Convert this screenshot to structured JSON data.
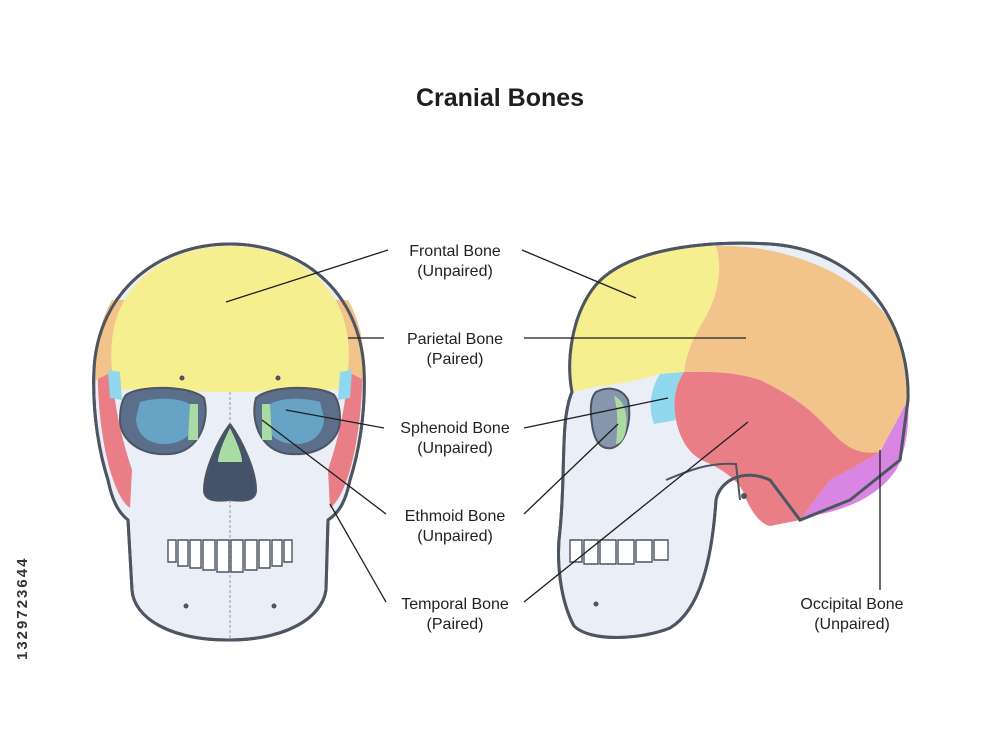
{
  "title": "Cranial Bones",
  "stock_id": "1329723644",
  "labels": [
    {
      "id": "frontal",
      "name": "Frontal Bone",
      "type": "(Unpaired)"
    },
    {
      "id": "parietal",
      "name": "Parietal Bone",
      "type": "(Paired)"
    },
    {
      "id": "sphenoid",
      "name": "Sphenoid Bone",
      "type": "(Unpaired)"
    },
    {
      "id": "ethmoid",
      "name": "Ethmoid Bone",
      "type": "(Unpaired)"
    },
    {
      "id": "temporal",
      "name": "Temporal Bone",
      "type": "(Paired)"
    },
    {
      "id": "occipital",
      "name": "Occipital Bone",
      "type": "(Unpaired)"
    }
  ],
  "colors": {
    "frontal": "#f6ef8f",
    "parietal": "#f2c38b",
    "sphenoid": "#8fd8ee",
    "ethmoid": "#a9dba2",
    "temporal": "#ea7e86",
    "occipital": "#d985e3",
    "skull_base": "#eaeef7",
    "orbit": "#66a3c4",
    "outline": "#4d5560"
  }
}
